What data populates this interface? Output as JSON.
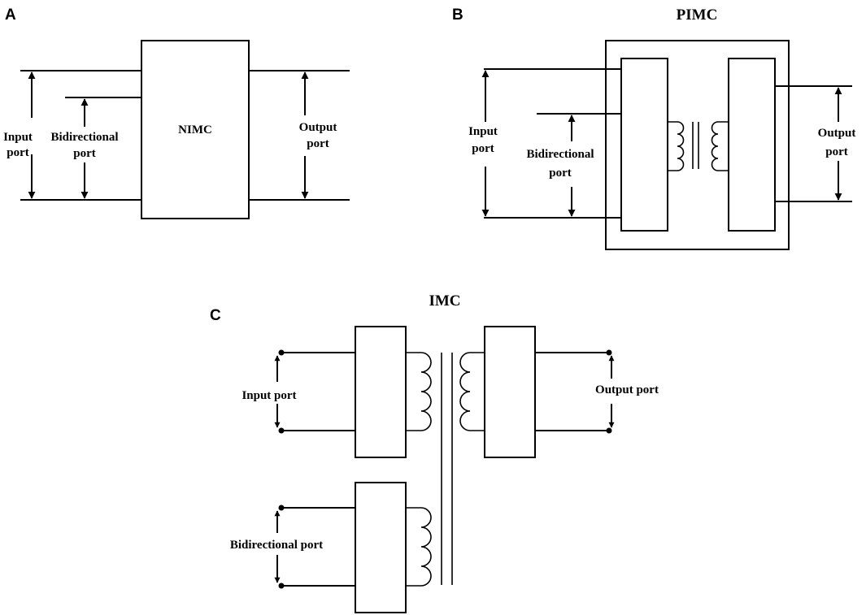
{
  "panels": {
    "a": {
      "letter": "A",
      "block_label": "NIMC",
      "input_label": [
        "Input",
        "port"
      ],
      "bidirectional_label": [
        "Bidirectional",
        "port"
      ],
      "output_label": [
        "Output",
        "port"
      ]
    },
    "b": {
      "letter": "B",
      "title": "PIMC",
      "input_label": [
        "Input",
        "port"
      ],
      "bidirectional_label": [
        "Bidirectional",
        "port"
      ],
      "output_label": [
        "Output",
        "port"
      ]
    },
    "c": {
      "letter": "C",
      "title": "IMC",
      "input_label": "Input port",
      "output_label": "Output port",
      "bidirectional_label": "Bidirectional port"
    }
  }
}
